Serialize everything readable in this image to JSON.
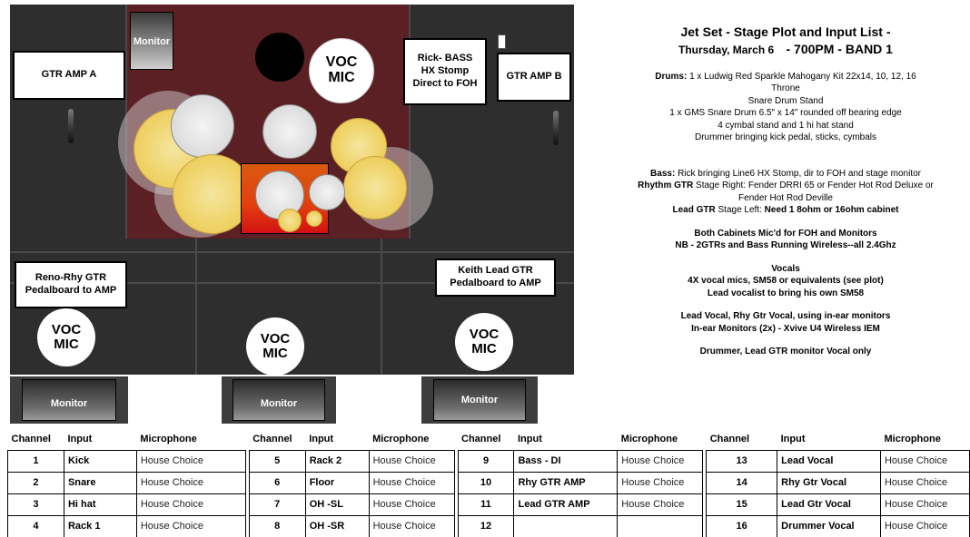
{
  "stage": {
    "labels": {
      "gtr_amp_a": "GTR AMP A",
      "gtr_amp_b": "GTR AMP B",
      "bass_box": "Rick- BASS\nHX Stomp\nDirect to FOH",
      "reno_box": "Reno-Rhy GTR\nPedalboard to AMP",
      "keith_box": "Keith Lead GTR\nPedalboard to AMP",
      "voc_mic": "VOC\nMIC",
      "monitor": "Monitor"
    }
  },
  "info": {
    "title": "Jet Set - Stage Plot and Input List -",
    "date": "Thursday, March 6",
    "time_band": "- 700PM - BAND 1",
    "drums_label": "Drums:",
    "drums_kit": "1 x Ludwig Red Sparkle Mahogany Kit 22x14, 10, 12, 16",
    "drums_lines": [
      "Throne",
      "Snare Drum Stand",
      "1 x GMS Snare Drum 6.5\" x 14\" rounded off bearing edge",
      "4 cymbal stand and 1 hi hat stand",
      "Drummer bringing kick pedal, sticks, cymbals"
    ],
    "bass_label": "Bass:",
    "bass_text": "Rick bringing Line6 HX Stomp, dir to FOH and stage monitor",
    "rhythm_label": "Rhythm GTR",
    "rhythm_text": "Stage Right: Fender DRRI 65 or Fender Hot Rod Deluxe or Fender Hot Rod Deville",
    "lead_label": "Lead GTR",
    "lead_text_plain": "Stage Left:",
    "lead_text_bold": "Need 1 8ohm or 16ohm cabinet",
    "cabinets_line1": "Both Cabinets Mic'd for FOH and Monitors",
    "cabinets_line2": "NB - 2GTRs and Bass Running Wireless--all 2.4Ghz",
    "vocals_heading": "Vocals",
    "vocals_line1": "4X vocal mics, SM58 or equivalents (see plot)",
    "vocals_line2": "Lead vocalist to bring his own SM58",
    "iem_line1": "Lead Vocal, Rhy Gtr Vocal, using in-ear monitors",
    "iem_line2": "In-ear Monitors (2x) - Xvive U4 Wireless IEM",
    "drummer_line": "Drummer, Lead GTR monitor Vocal only"
  },
  "table": {
    "headers": {
      "channel": "Channel",
      "input": "Input",
      "microphone": "Microphone"
    },
    "rows": [
      [
        {
          "ch": "1",
          "input": "Kick",
          "mic": "House Choice"
        },
        {
          "ch": "5",
          "input": "Rack 2",
          "mic": "House Choice"
        },
        {
          "ch": "9",
          "input": "Bass - DI",
          "mic": "House Choice"
        },
        {
          "ch": "13",
          "input": "Lead Vocal",
          "mic": "House Choice"
        }
      ],
      [
        {
          "ch": "2",
          "input": "Snare",
          "mic": "House Choice"
        },
        {
          "ch": "6",
          "input": "Floor",
          "mic": "House Choice"
        },
        {
          "ch": "10",
          "input": "Rhy GTR AMP",
          "mic": "House Choice"
        },
        {
          "ch": "14",
          "input": "Rhy Gtr Vocal",
          "mic": "House Choice"
        }
      ],
      [
        {
          "ch": "3",
          "input": "Hi hat",
          "mic": "House Choice"
        },
        {
          "ch": "7",
          "input": "OH -SL",
          "mic": "House Choice"
        },
        {
          "ch": "11",
          "input": "Lead GTR AMP",
          "mic": "House Choice"
        },
        {
          "ch": "15",
          "input": "Lead Gtr Vocal",
          "mic": "House Choice"
        }
      ],
      [
        {
          "ch": "4",
          "input": "Rack 1",
          "mic": "House Choice"
        },
        {
          "ch": "8",
          "input": "OH -SR",
          "mic": "House Choice"
        },
        {
          "ch": "12",
          "input": "",
          "mic": ""
        },
        {
          "ch": "16",
          "input": "Drummer Vocal",
          "mic": "House Choice"
        }
      ]
    ]
  }
}
